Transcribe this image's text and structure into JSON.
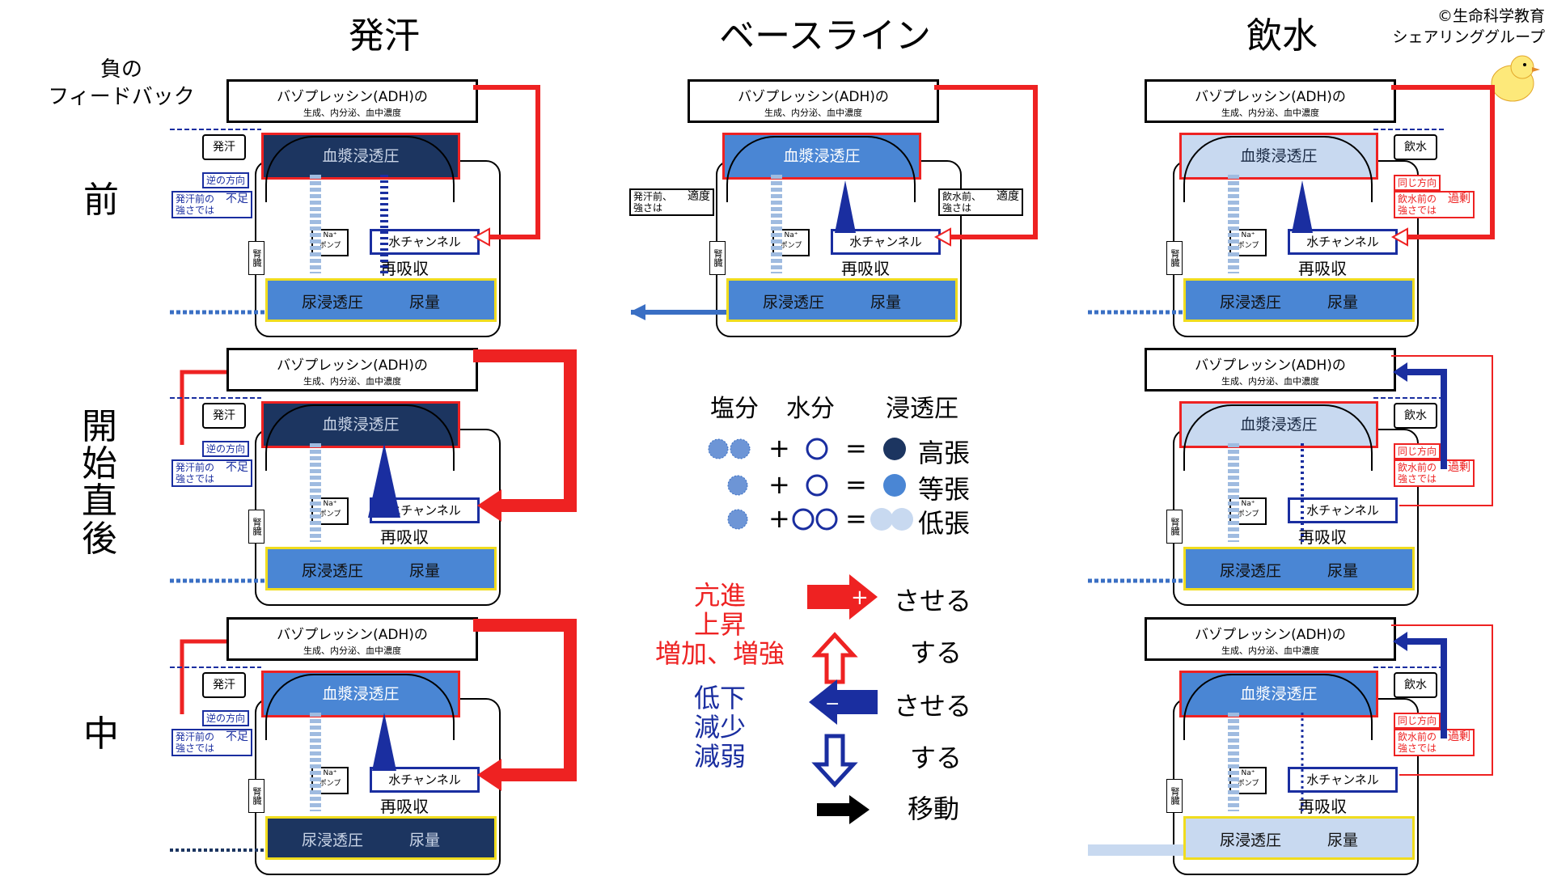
{
  "columns": {
    "sweat": "発汗",
    "baseline": "ベースライン",
    "drink": "飲水"
  },
  "copyright": [
    "©生命科学教育",
    "シェアリンググループ"
  ],
  "feedback_label": [
    "負の",
    "フィードバック"
  ],
  "rows": {
    "before": "前",
    "start": "開始直後",
    "during": "中"
  },
  "panel_text": {
    "adh_line1": "バゾプレッシン(ADH)の",
    "adh_line2": "生成、内分泌、血中濃度",
    "plasma": "血漿浸透圧",
    "channel": "水チャンネル",
    "na_pump": [
      "Na⁺",
      "ポンプ"
    ],
    "reabsorption": "再吸収",
    "renal": "腎臓",
    "urine_osm": "尿浸透圧",
    "urine_vol": "尿量",
    "sweat_box": "発汗",
    "drink_box": "飲水",
    "opposite": "逆の方向",
    "same": "同じ方向",
    "sweat_strength": [
      "発汗前の",
      "強さでは",
      "不足"
    ],
    "drink_strength": [
      "飲水前の",
      "強さでは",
      "過剰"
    ],
    "baseline_left": [
      "発汗前、",
      "強さは",
      "適度"
    ],
    "baseline_right": [
      "飲水前、",
      "強さは",
      "適度"
    ]
  },
  "legend": {
    "headers": [
      "塩分",
      "水分",
      "浸透圧"
    ],
    "rows": [
      {
        "op1": "+",
        "op2": "=",
        "label": "高張"
      },
      {
        "op1": "+",
        "op2": "=",
        "label": "等張"
      },
      {
        "op1": "+",
        "op2": "=",
        "label": "低張"
      }
    ]
  },
  "arrow_legend": {
    "red_words": [
      "亢進",
      "上昇",
      "増加、増強"
    ],
    "blue_words": [
      "低下",
      "減少",
      "減弱"
    ],
    "labels": [
      "させる",
      "する",
      "させる",
      "する",
      "移動"
    ]
  },
  "colors": {
    "red": "#e22222",
    "blue": "#1a2ea0",
    "iso": "#4a86d4",
    "high": "#1c3560",
    "low": "#c8d9f0",
    "yellow": "#f0dc1e"
  }
}
